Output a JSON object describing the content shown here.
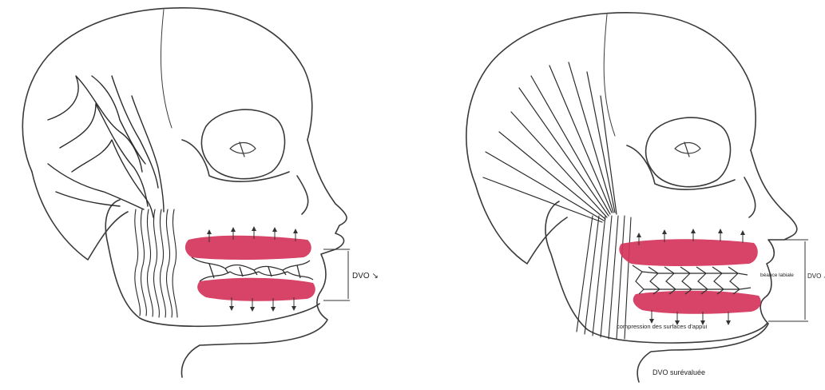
{
  "panels": [
    {
      "id": "left",
      "dimension_label": "DVO ↘"
    },
    {
      "id": "right",
      "dimension_label": "DVO ↗",
      "annotation_lips": "béance labiale",
      "annotation_occlusal": "compression des surfaces d'appui",
      "caption": "DVO surévaluée"
    }
  ],
  "colors": {
    "line": "#3a3a3a",
    "muscle": "#2b2b2b",
    "gum": "#d4345a",
    "background": "#ffffff"
  },
  "icons": [
    "skull-profile-drawing",
    "eye-socket-icon",
    "arrow-up-icon",
    "arrow-down-icon"
  ]
}
